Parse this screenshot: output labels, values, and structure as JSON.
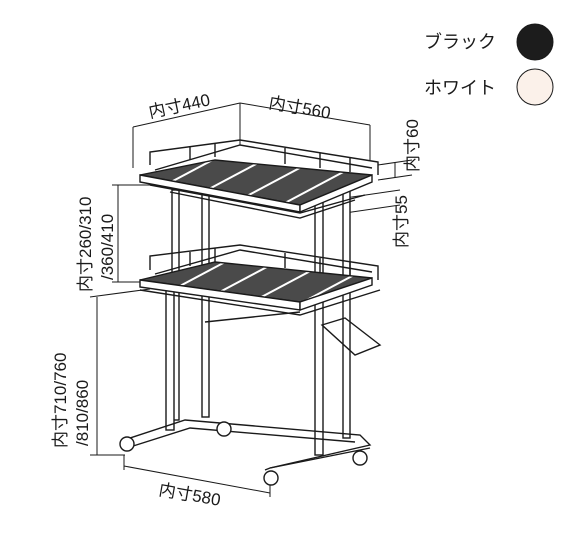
{
  "colors": {
    "black_swatch": "#1c1c1c",
    "white_swatch": "#fbf1ea",
    "line": "#1a1a1a",
    "shelf_fill": "#4a4a4a"
  },
  "legend": {
    "black_label": "ブラック",
    "white_label": "ホワイト"
  },
  "dimensions": {
    "depth_440": "内寸440",
    "width_560": "内寸560",
    "rail_height_60": "内寸60",
    "lower_rail_55": "内寸55",
    "shelf_gap_line1": "内寸260/310",
    "shelf_gap_line2": "/360/410",
    "floor_height_line1": "内寸710/760",
    "floor_height_line2": "/810/860",
    "base_580": "内寸580"
  }
}
